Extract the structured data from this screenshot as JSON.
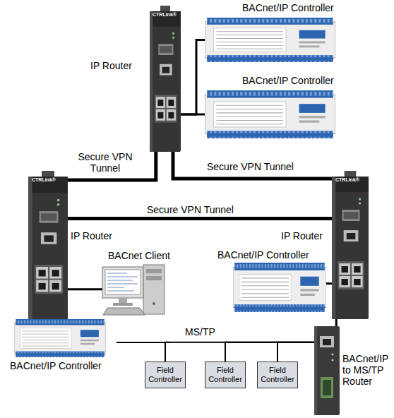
{
  "diagram": {
    "nodes": [
      {
        "text": [
          "IP Router"
        ]
      },
      {
        "text": [
          "BACnet/IP Controller"
        ]
      },
      {
        "text": [
          "BACnet/IP Controller"
        ]
      },
      {
        "text": [
          "IP Router"
        ]
      },
      {
        "text": [
          "IP Router"
        ]
      },
      {
        "text": [
          "BACnet Client"
        ]
      },
      {
        "text": [
          "BACnet/IP Controller"
        ]
      },
      {
        "text": [
          "BACnet/IP Controller"
        ]
      },
      {
        "text": [
          "Field Controller"
        ]
      },
      {
        "text": [
          "Field Controller"
        ]
      },
      {
        "text": [
          "Field Controller"
        ]
      },
      {
        "text": [
          "BACnet/IP to MS/TP Router"
        ]
      }
    ],
    "edges": [
      {
        "from": 0,
        "to": 3,
        "arrow": "none",
        "label": "Secure VPN Tunnel"
      },
      {
        "from": 0,
        "to": 4,
        "arrow": "none",
        "label": "Secure VPN Tunnel"
      },
      {
        "from": 3,
        "to": 4,
        "arrow": "none",
        "label": "Secure VPN Tunnel"
      },
      {
        "from": 0,
        "to": 1,
        "arrow": "none"
      },
      {
        "from": 0,
        "to": 2,
        "arrow": "none"
      },
      {
        "from": 3,
        "to": 5,
        "arrow": "none"
      },
      {
        "from": 3,
        "to": 7,
        "arrow": "none"
      },
      {
        "from": 4,
        "to": 6,
        "arrow": "none"
      },
      {
        "from": 4,
        "to": 11,
        "arrow": "none"
      },
      {
        "from": 11,
        "to": 8,
        "arrow": "none"
      },
      {
        "from": 11,
        "to": 9,
        "arrow": "none"
      },
      {
        "from": 11,
        "to": 10,
        "arrow": "none"
      }
    ],
    "labels": [
      "MS/TP",
      "CTRLink®",
      "CTRLink®",
      "CTRLink®"
    ]
  }
}
